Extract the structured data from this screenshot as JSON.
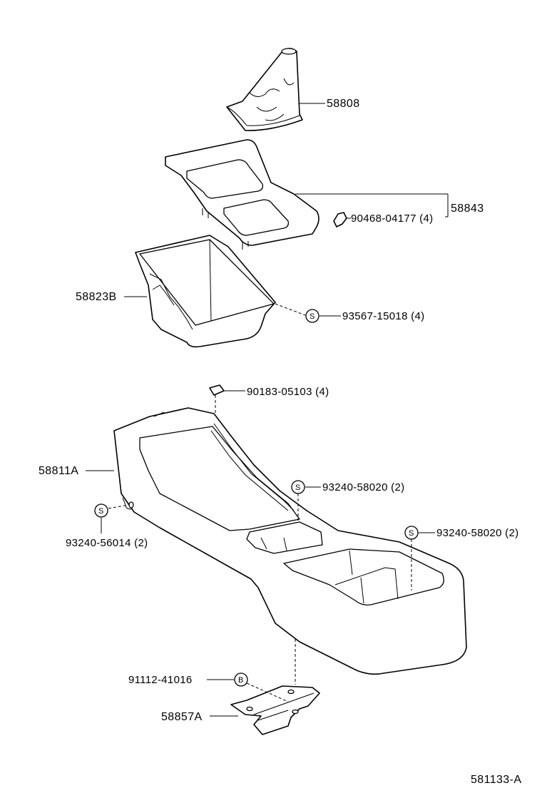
{
  "labels": {
    "p58808": "58808",
    "p58843": "58843",
    "p90468": "90468-04177 (4)",
    "p58823b": "58823B",
    "p93567": "93567-15018 (4)",
    "p90183": "90183-05103 (4)",
    "p58811a": "58811A",
    "p93240_a": "93240-58020 (2)",
    "p93240_b": "93240-58020 (2)",
    "p93240_56014": "93240-56014 (2)",
    "p91112": "91112-41016",
    "p58857a": "58857A",
    "figure_id": "581133-A"
  },
  "symbols": {
    "screw": "S",
    "bolt": "B"
  }
}
